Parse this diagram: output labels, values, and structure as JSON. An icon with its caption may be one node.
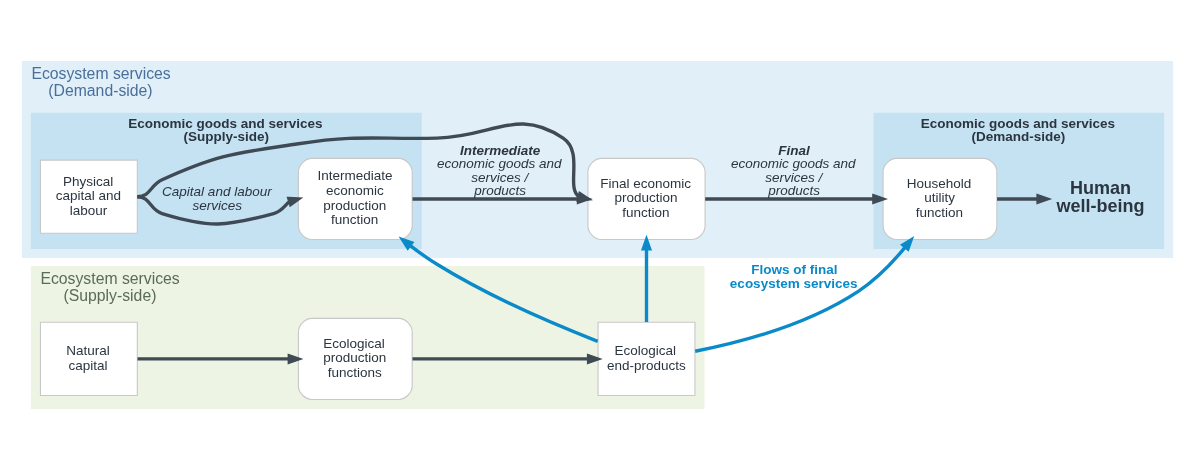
{
  "diagram": {
    "nodes": [
      {
        "text": [
          "Ecosystem services (Demand-side)"
        ]
      },
      {
        "text": [
          "Economic goods and services (Supply-side)"
        ],
        "in": 0
      },
      {
        "text": [
          "Physical capital and labour"
        ],
        "in": 1
      },
      {
        "text": [
          "Intermediate economic production function"
        ],
        "in": 1
      },
      {
        "text": [
          "Final economic production function"
        ],
        "in": 0
      },
      {
        "text": [
          "Economic goods and services (Demand-side)"
        ],
        "in": 0
      },
      {
        "text": [
          "Household utility function"
        ],
        "in": 5
      },
      {
        "text": [
          "Human well-being"
        ],
        "in": 5
      },
      {
        "text": [
          "Ecosystem services (Supply-side)"
        ]
      },
      {
        "text": [
          "Natural capital"
        ],
        "in": 8
      },
      {
        "text": [
          "Ecological production functions"
        ],
        "in": 8
      },
      {
        "text": [
          "Ecological end-products"
        ],
        "in": 8
      }
    ],
    "edges": [
      {
        "from": 2,
        "to": 3,
        "arrow": "to",
        "label": "Capital and labour services"
      },
      {
        "from": 2,
        "to": 4,
        "arrow": "to"
      },
      {
        "from": 3,
        "to": 4,
        "arrow": "to",
        "label": "**Intermediate** economic goods and services / products"
      },
      {
        "from": 4,
        "to": 6,
        "arrow": "to",
        "label": "**Final** economic goods and services / products"
      },
      {
        "from": 6,
        "to": 7,
        "arrow": "to"
      },
      {
        "from": 9,
        "to": 10,
        "arrow": "to"
      },
      {
        "from": 10,
        "to": 11,
        "arrow": "to"
      },
      {
        "from": 11,
        "to": 3,
        "arrow": "to",
        "color": "#0a8ac8"
      },
      {
        "from": 11,
        "to": 4,
        "arrow": "to",
        "color": "#0a8ac8"
      },
      {
        "from": 11,
        "to": 6,
        "arrow": "to",
        "color": "#0a8ac8",
        "label": "Flows of final ecosystem services"
      }
    ]
  }
}
